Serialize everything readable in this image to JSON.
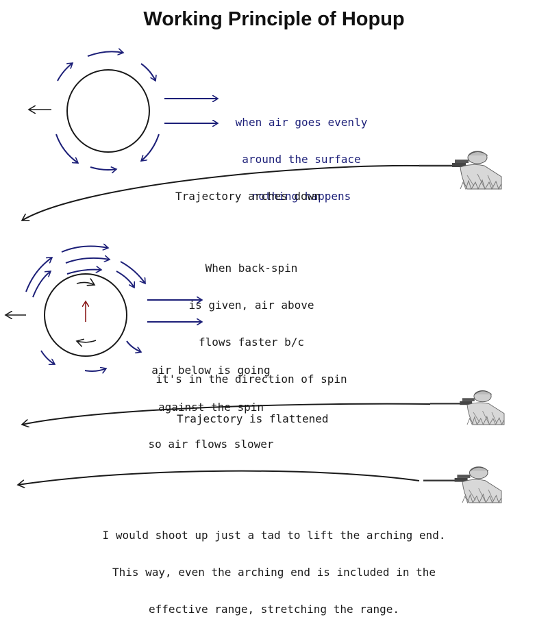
{
  "title": "Working Principle of Hopup",
  "section1": {
    "note_lines": [
      "when air goes evenly",
      "around the surface",
      "nothing happens"
    ],
    "trajectory_label": "Trajectory arches down"
  },
  "section2": {
    "top_note_lines": [
      "When back-spin",
      "is given, air above",
      "flows faster b/c",
      "it's in the direction of spin"
    ],
    "bottom_note_lines": [
      "air below is going",
      "against the spin",
      "so air flows slower"
    ],
    "trajectory_label": "Trajectory is flattened"
  },
  "section3": {
    "note_lines": [
      "I would shoot up just a tad to lift the arching end.",
      "This way, even the arching end is included in the",
      "effective range, stretching the range."
    ]
  },
  "colors": {
    "airflow": "#1c1f78",
    "lift": "#8b1a1a",
    "ink": "#1a1a1a"
  },
  "icons": {
    "shooter": "prone-shooter-icon",
    "ball": "bb-ball-icon"
  }
}
